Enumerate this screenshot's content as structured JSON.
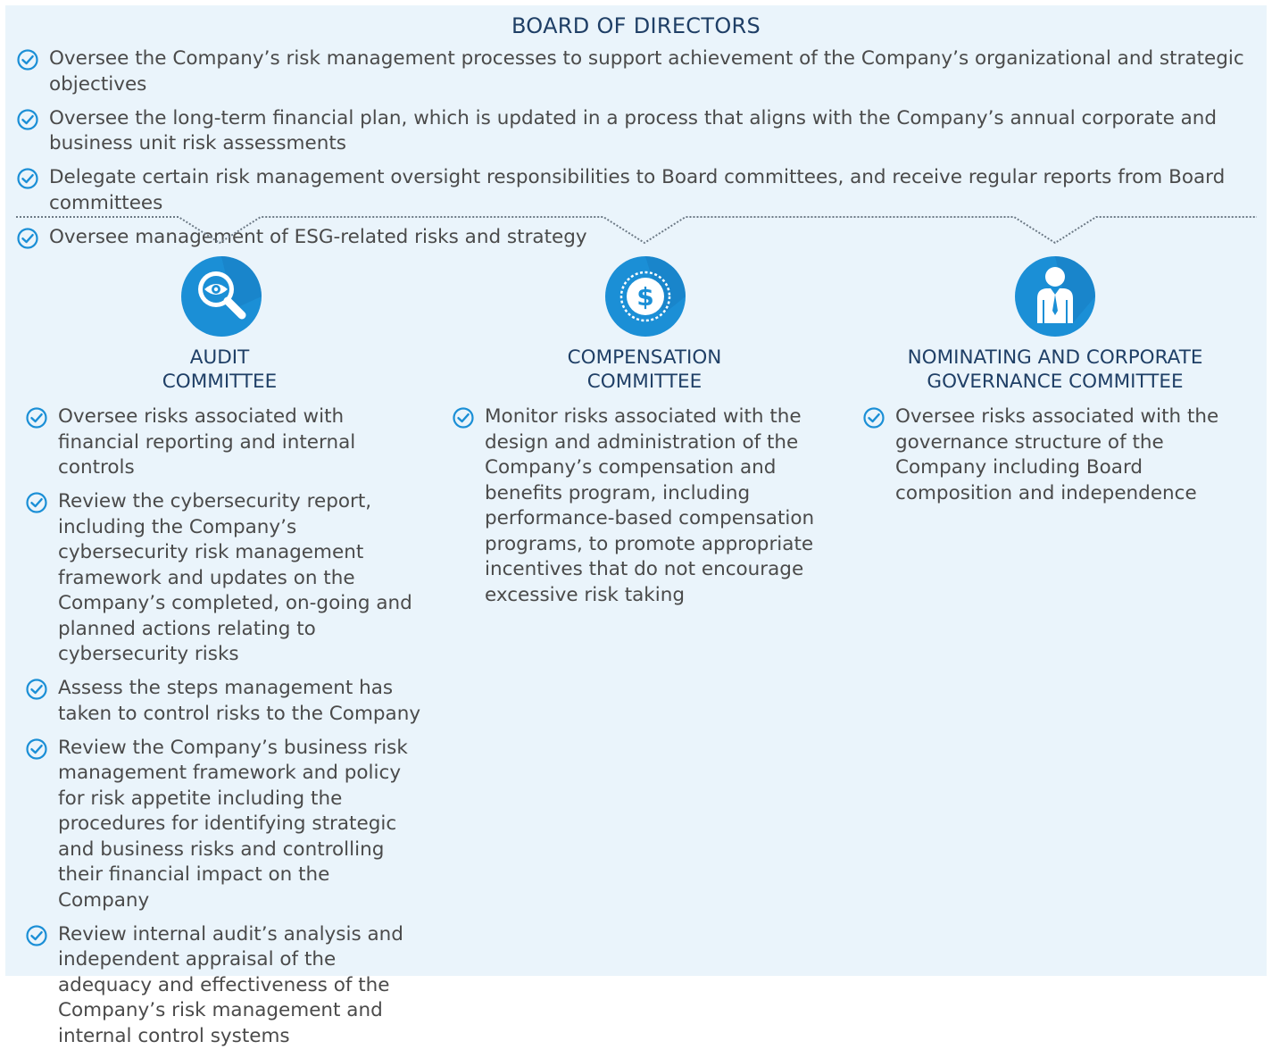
{
  "board": {
    "title": "BOARD OF DIRECTORS",
    "items": [
      "Oversee the Company’s risk management processes to support achievement of the Company’s organizational and strategic objectives",
      "Oversee the long-term financial plan, which is updated in a process that aligns with the Company’s annual corporate and business unit risk assessments",
      "Delegate certain risk management oversight responsibilities to Board committees, and receive regular reports from Board committees",
      "Oversee management of ESG-related risks and strategy"
    ]
  },
  "committees": [
    {
      "icon": "magnifier-eye-icon",
      "title_line1": "AUDIT",
      "title_line2": "COMMITTEE",
      "items": [
        "Oversee risks associated with financial reporting and internal controls",
        "Review the cybersecurity report, including the Company’s cybersecurity risk management framework and updates on the Company’s completed, on-going and planned actions relating to cybersecurity risks",
        "Assess the steps management has taken to control risks to the Company",
        "Review the Company’s business risk management framework and policy for risk appetite including the procedures for identifying strategic and business risks and controlling their financial impact on the Company",
        "Review internal audit’s analysis and independent appraisal of the adequacy and effectiveness of the Company’s risk management and internal control systems"
      ]
    },
    {
      "icon": "dollar-coin-icon",
      "title_line1": "COMPENSATION",
      "title_line2": "COMMITTEE",
      "items": [
        "Monitor risks associated with the design and administration of the Company’s compensation and benefits program, including performance-based compensation programs, to promote appropriate incentives that do not encourage excessive risk taking"
      ]
    },
    {
      "icon": "businessman-icon",
      "title_line1": "NOMINATING AND CORPORATE",
      "title_line2": "GOVERNANCE COMMITTEE",
      "items": [
        "Oversee risks associated with the governance structure of the Company including Board composition and independence"
      ]
    }
  ],
  "colors": {
    "background": "#eaf4fb",
    "title": "#1f3f66",
    "text": "#4a4a4a",
    "icon_blue": "#1b8fd6",
    "check": "#1b8fd6"
  }
}
